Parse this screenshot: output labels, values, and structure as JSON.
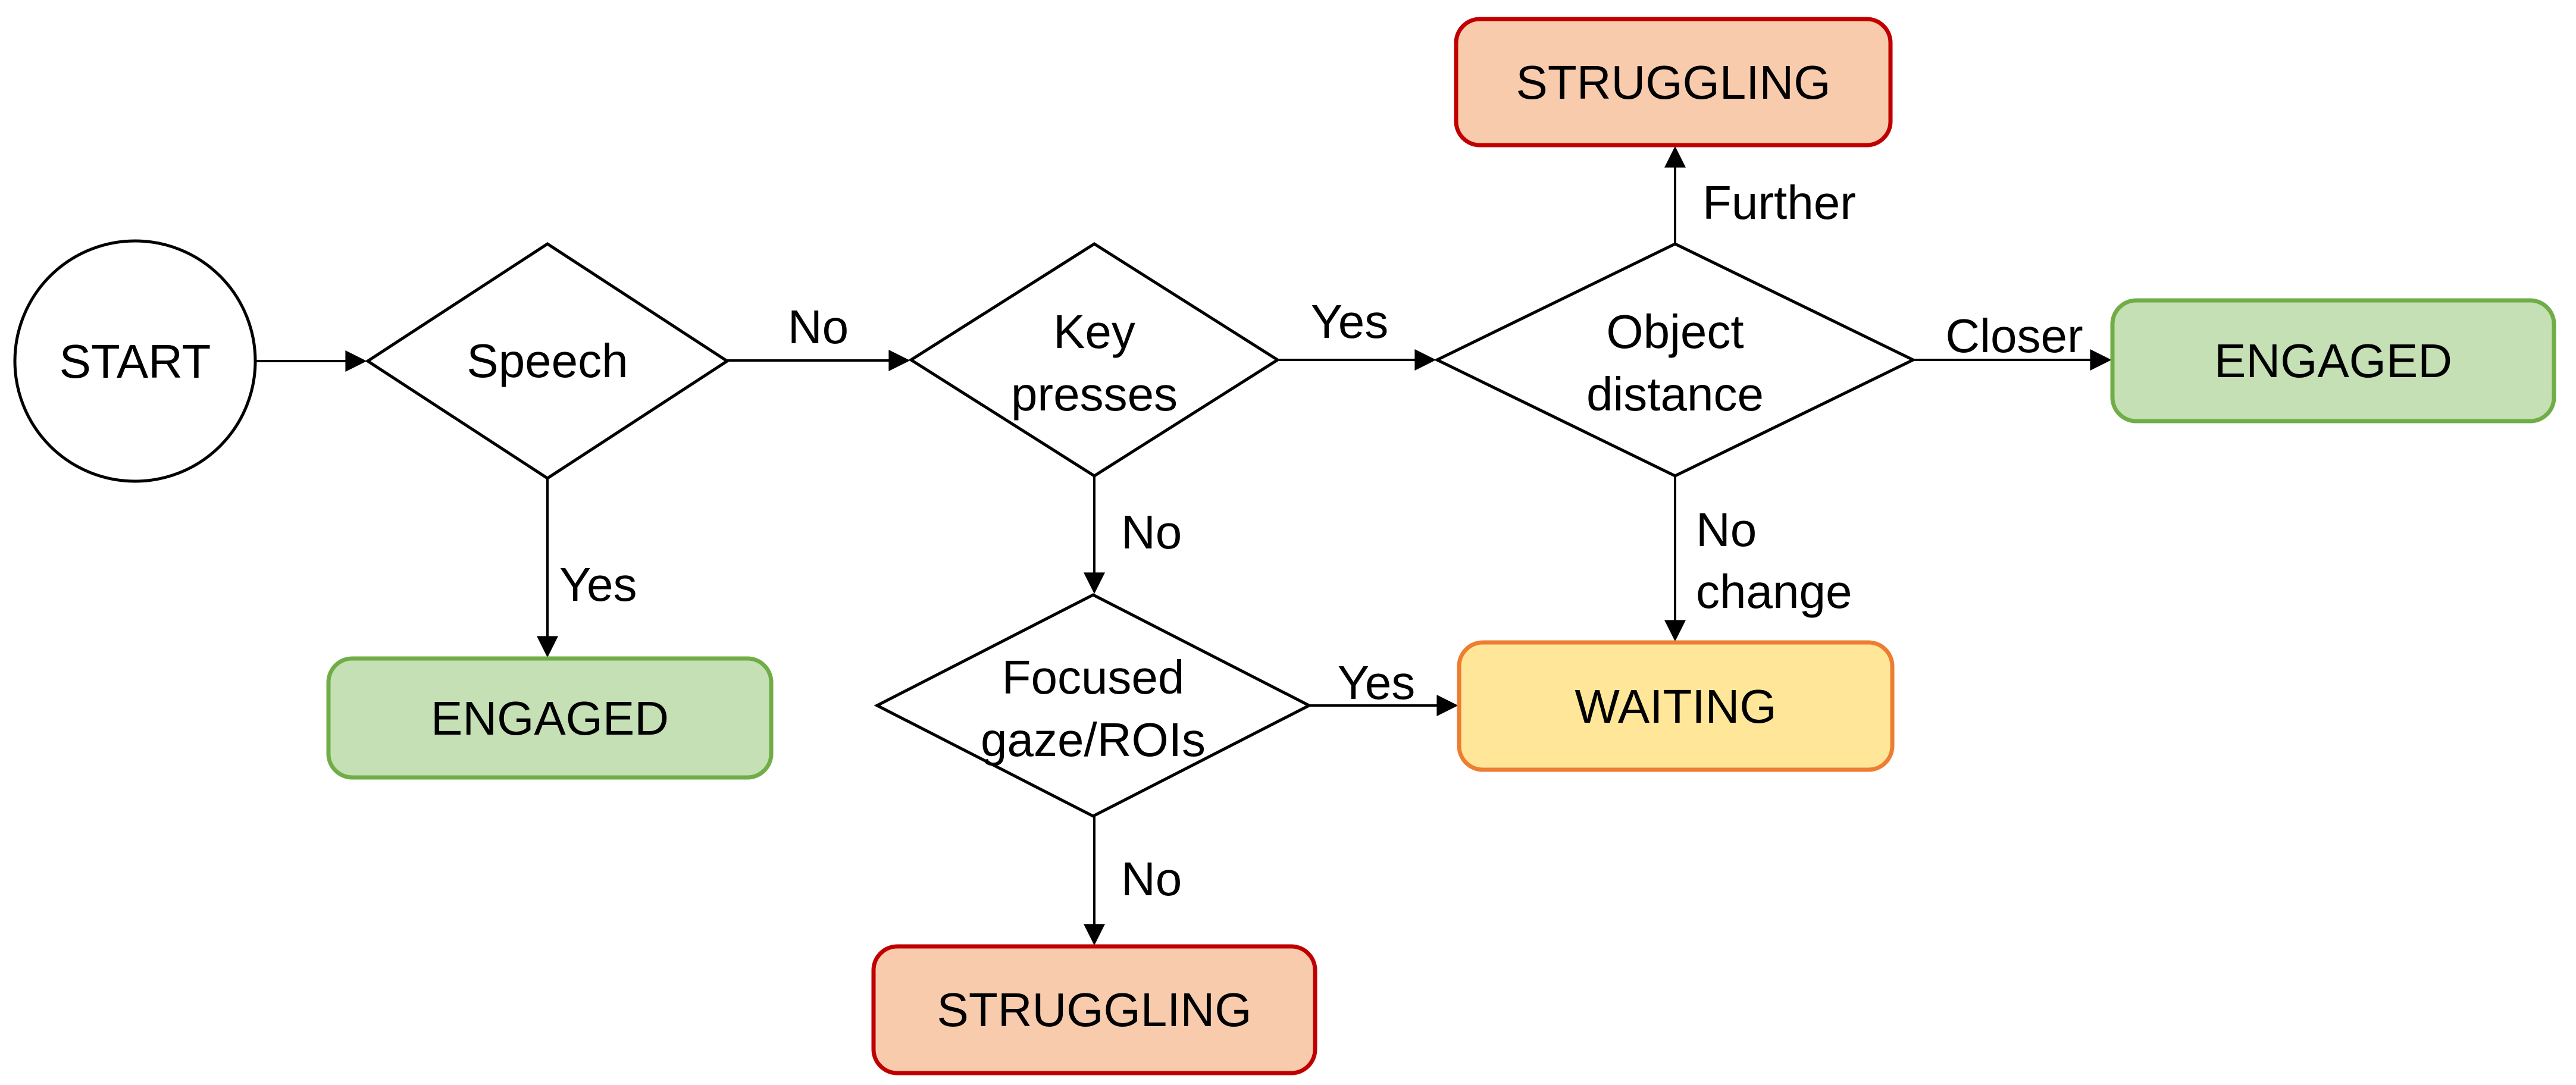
{
  "flowchart": {
    "nodes": {
      "start": {
        "label": "START",
        "shape": "circle"
      },
      "speech": {
        "label": "Speech",
        "shape": "diamond"
      },
      "key_presses": {
        "line1": "Key",
        "line2": "presses",
        "shape": "diamond"
      },
      "object_distance": {
        "line1": "Object",
        "line2": "distance",
        "shape": "diamond"
      },
      "focused_gaze": {
        "line1": "Focused",
        "line2": "gaze/ROIs",
        "shape": "diamond"
      },
      "struggling_top": {
        "label": "STRUGGLING",
        "shape": "rounded-rect",
        "state": "struggling"
      },
      "engaged_right": {
        "label": "ENGAGED",
        "shape": "rounded-rect",
        "state": "engaged"
      },
      "engaged_left": {
        "label": "ENGAGED",
        "shape": "rounded-rect",
        "state": "engaged"
      },
      "waiting": {
        "label": "WAITING",
        "shape": "rounded-rect",
        "state": "waiting"
      },
      "struggling_bottom": {
        "label": "STRUGGLING",
        "shape": "rounded-rect",
        "state": "struggling"
      }
    },
    "edges": {
      "start_to_speech": {
        "label": ""
      },
      "speech_to_key_presses": {
        "label": "No"
      },
      "speech_to_engaged_left": {
        "label": "Yes"
      },
      "key_presses_to_object_distance": {
        "label": "Yes"
      },
      "key_presses_to_focused_gaze": {
        "label": "No"
      },
      "object_distance_to_struggling_top": {
        "label": "Further"
      },
      "object_distance_to_engaged_right": {
        "label": "Closer"
      },
      "object_distance_to_waiting": {
        "line1": "No",
        "line2": "change"
      },
      "focused_gaze_to_waiting": {
        "label": "Yes"
      },
      "focused_gaze_to_struggling_bottom": {
        "label": "No"
      }
    },
    "colors": {
      "engaged_fill": "#c5e0b4",
      "engaged_border": "#70ad47",
      "struggling_fill": "#f8cbad",
      "struggling_border": "#c00000",
      "waiting_fill": "#ffe699",
      "waiting_border": "#ed7d31",
      "decision_fill": "#ffffff",
      "decision_border": "#000000",
      "line": "#000000",
      "text": "#000000",
      "background": "#ffffff"
    }
  }
}
